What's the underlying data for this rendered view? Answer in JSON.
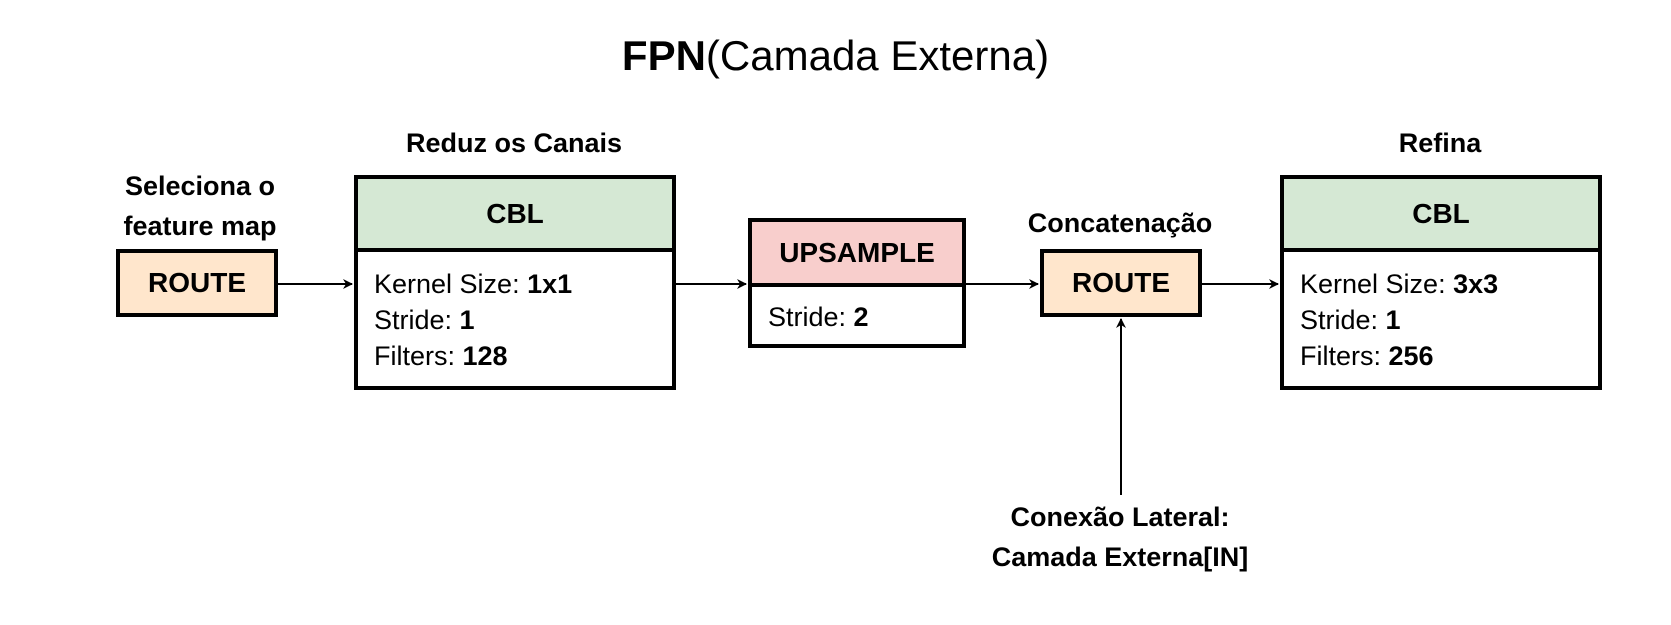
{
  "title": {
    "bold": "FPN",
    "rest": "(Camada Externa)"
  },
  "route1": {
    "caption_line1": "Seleciona o",
    "caption_line2": "feature map",
    "label": "ROUTE"
  },
  "cbl1": {
    "caption": "Reduz os Canais",
    "header": "CBL",
    "rows": [
      {
        "key": "Kernel Size: ",
        "value": "1x1"
      },
      {
        "key": "Stride: ",
        "value": "1"
      },
      {
        "key": "Filters: ",
        "value": "128"
      }
    ]
  },
  "upsample": {
    "header": "UPSAMPLE",
    "rows": [
      {
        "key": "Stride: ",
        "value": "2"
      }
    ]
  },
  "route2": {
    "caption": "Concatenação",
    "label": "ROUTE"
  },
  "cbl2": {
    "caption": "Refina",
    "header": "CBL",
    "rows": [
      {
        "key": "Kernel Size: ",
        "value": "3x3"
      },
      {
        "key": "Stride: ",
        "value": "1"
      },
      {
        "key": "Filters: ",
        "value": "256"
      }
    ]
  },
  "lateral": {
    "line1": "Conexão Lateral:",
    "line2": "Camada Externa[IN]"
  }
}
